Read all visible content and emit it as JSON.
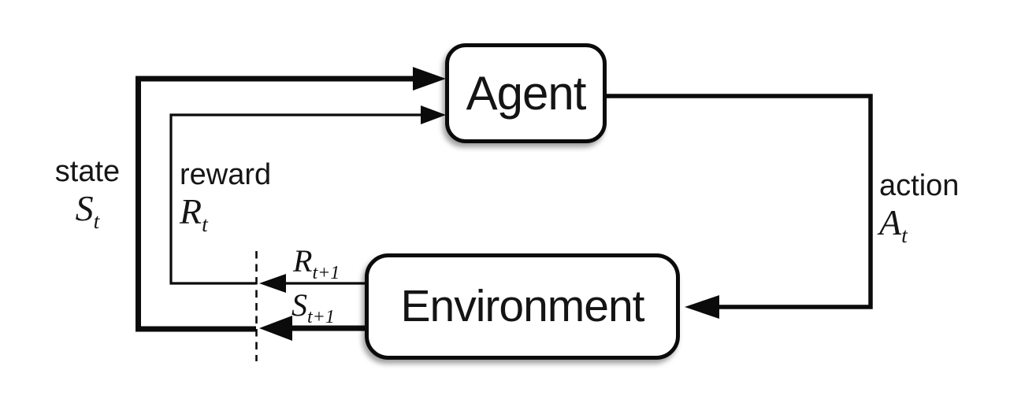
{
  "diagram": {
    "name": "agent-environment-interaction-loop",
    "boxes": {
      "agent": {
        "label": "Agent"
      },
      "environment": {
        "label": "Environment"
      }
    },
    "labels": {
      "state": {
        "word": "state",
        "symbol_base": "S",
        "symbol_sub": "t"
      },
      "reward": {
        "word": "reward",
        "symbol_base": "R",
        "symbol_sub": "t"
      },
      "action": {
        "word": "action",
        "symbol_base": "A",
        "symbol_sub": "t"
      },
      "reward_next": {
        "symbol_base": "R",
        "symbol_sub": "t+1"
      },
      "state_next": {
        "symbol_base": "S",
        "symbol_sub": "t+1"
      }
    },
    "edges": [
      {
        "from": "environment",
        "to": "agent",
        "signal": "state S_t",
        "style": "thick"
      },
      {
        "from": "environment",
        "to": "agent",
        "signal": "reward R_t",
        "style": "thin"
      },
      {
        "from": "agent",
        "to": "environment",
        "signal": "action A_t",
        "style": "medium"
      },
      {
        "from": "environment",
        "to": "time-boundary",
        "signal": "R_t+1",
        "style": "thin"
      },
      {
        "from": "environment",
        "to": "time-boundary",
        "signal": "S_t+1",
        "style": "thick"
      }
    ],
    "colors": {
      "line": "#0b0b0b",
      "background": "#ffffff",
      "box_fill": "#ffffff"
    }
  }
}
